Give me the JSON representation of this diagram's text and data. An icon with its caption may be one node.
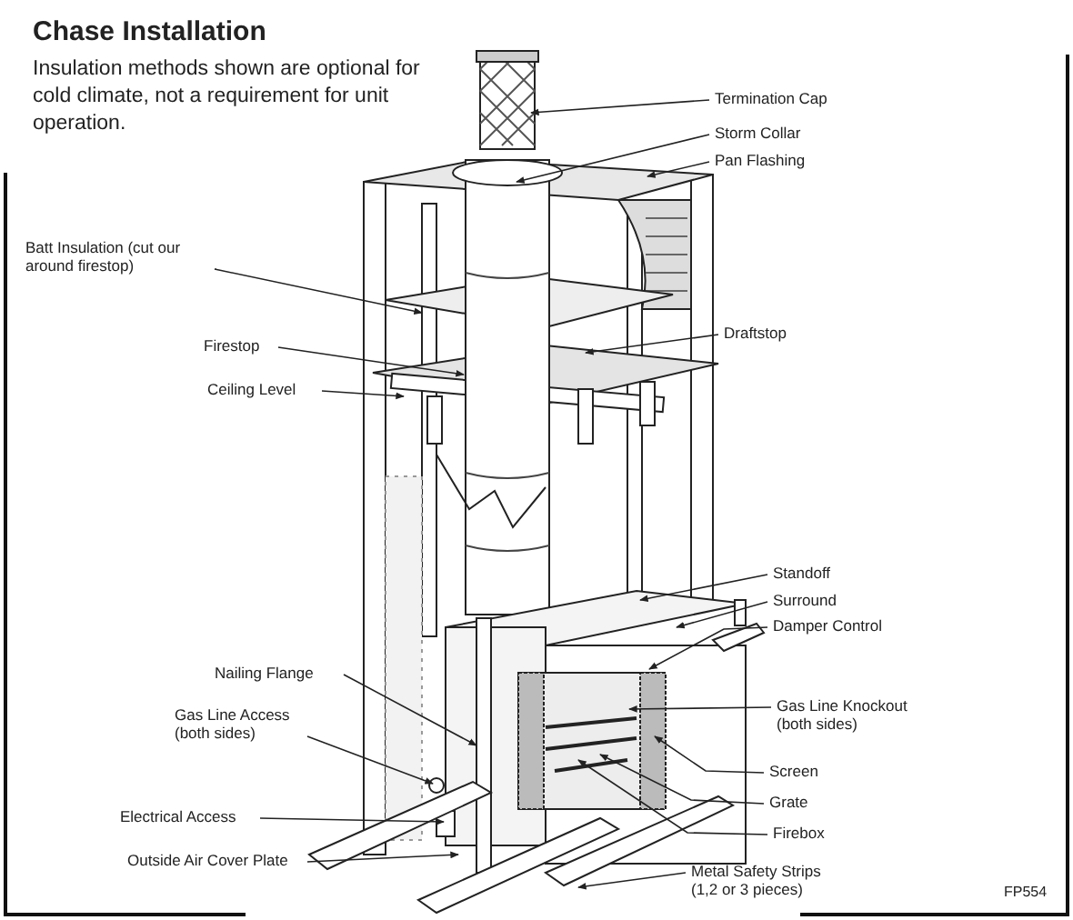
{
  "diagram": {
    "title": "Chase Installation",
    "nodes": [
      {
        "text": [
          "Termination Cap"
        ]
      },
      {
        "text": [
          "Storm Collar"
        ]
      },
      {
        "text": [
          "Pan Flashing"
        ]
      },
      {
        "text": [
          "Batt Insulation (cut our around firestop)"
        ]
      },
      {
        "text": [
          "Draftstop"
        ]
      },
      {
        "text": [
          "Firestop"
        ]
      },
      {
        "text": [
          "Ceiling Level"
        ]
      },
      {
        "text": [
          "Standoff"
        ]
      },
      {
        "text": [
          "Surround"
        ]
      },
      {
        "text": [
          "Damper Control"
        ]
      },
      {
        "text": [
          "Nailing Flange"
        ]
      },
      {
        "text": [
          "Gas Line Access (both sides)"
        ]
      },
      {
        "text": [
          "Gas Line Knockout (both sides)"
        ]
      },
      {
        "text": [
          "Screen"
        ]
      },
      {
        "text": [
          "Grate"
        ]
      },
      {
        "text": [
          "Firebox"
        ]
      },
      {
        "text": [
          "Electrical Access"
        ]
      },
      {
        "text": [
          "Outside Air Cover Plate"
        ]
      },
      {
        "text": [
          "Metal Safety Strips (1,2 or 3 pieces)"
        ]
      }
    ],
    "edges": [
      {
        "from": 0,
        "to": null,
        "arrow": "to"
      },
      {
        "from": 1,
        "to": null,
        "arrow": "to"
      },
      {
        "from": 2,
        "to": null,
        "arrow": "to"
      },
      {
        "from": 3,
        "to": null,
        "arrow": "to"
      },
      {
        "from": 4,
        "to": null,
        "arrow": "to"
      },
      {
        "from": 5,
        "to": null,
        "arrow": "to"
      },
      {
        "from": 6,
        "to": null,
        "arrow": "to"
      },
      {
        "from": 7,
        "to": null,
        "arrow": "to"
      },
      {
        "from": 8,
        "to": null,
        "arrow": "to"
      },
      {
        "from": 9,
        "to": null,
        "arrow": "to"
      },
      {
        "from": 10,
        "to": null,
        "arrow": "to"
      },
      {
        "from": 11,
        "to": null,
        "arrow": "to"
      },
      {
        "from": 12,
        "to": null,
        "arrow": "to"
      },
      {
        "from": 13,
        "to": null,
        "arrow": "to"
      },
      {
        "from": 14,
        "to": null,
        "arrow": "to"
      },
      {
        "from": 15,
        "to": null,
        "arrow": "to"
      },
      {
        "from": 16,
        "to": null,
        "arrow": "to"
      },
      {
        "from": 17,
        "to": null,
        "arrow": "to"
      },
      {
        "from": 18,
        "to": null,
        "arrow": "to"
      }
    ],
    "labels": [
      "Insulation methods shown are optional for cold climate, not a requirement for unit operation.",
      "FP554"
    ]
  }
}
